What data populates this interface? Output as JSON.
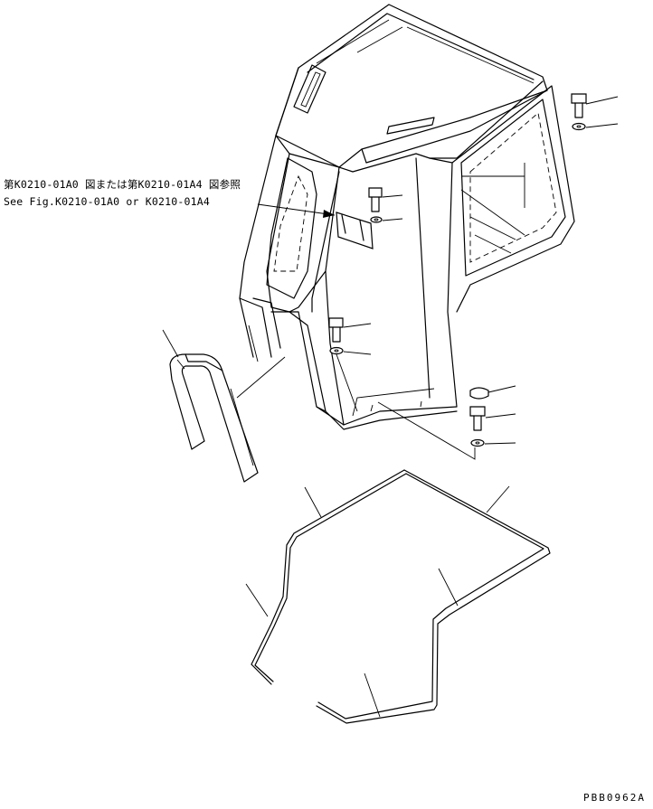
{
  "reference_note": {
    "japanese": "第K0210-01A0 図または第K0210-01A4 図参照",
    "english": "See Fig.K0210-01A0 or K0210-01A4"
  },
  "drawing_code": "PBB0962A"
}
